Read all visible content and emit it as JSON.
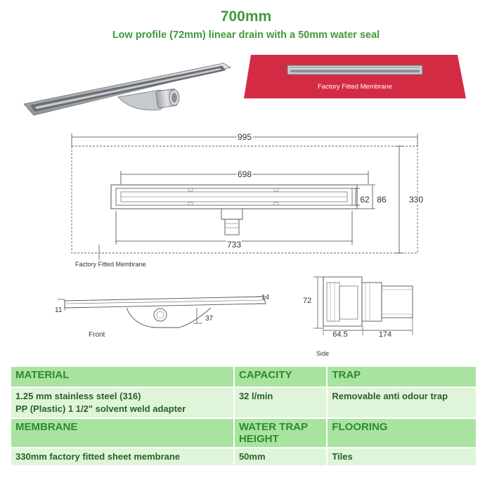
{
  "header": {
    "title": "700mm",
    "subtitle": "Low profile (72mm) linear drain with a 50mm water seal"
  },
  "product_photo": {
    "membrane_label": "Factory Fitted Membrane"
  },
  "plan_drawing": {
    "dim_overall": "995",
    "dim_inner": "698",
    "dim_body": "733",
    "dim_62": "62",
    "dim_86": "86",
    "dim_330": "330",
    "membrane_caption": "Factory Fitted Membrane"
  },
  "front_drawing": {
    "dim_11": "11",
    "dim_14": "14",
    "dim_37": "37",
    "caption": "Front"
  },
  "side_drawing": {
    "dim_72": "72",
    "dim_64_5": "64.5",
    "dim_174": "174",
    "caption": "Side"
  },
  "specs": {
    "row1": {
      "material_h": "MATERIAL",
      "capacity_h": "CAPACITY",
      "trap_h": "TRAP"
    },
    "row2": {
      "material_line1": "1.25 mm stainless steel (316)",
      "material_line2": "PP (Plastic) 1 1/2\" solvent weld adapter",
      "capacity": "32 l/min",
      "trap": "Removable anti odour trap"
    },
    "row3": {
      "membrane_h": "MEMBRANE",
      "water_trap_h1": "WATER TRAP",
      "water_trap_h2": "HEIGHT",
      "flooring_h": "FLOORING"
    },
    "row4": {
      "membrane": "330mm factory fitted sheet membrane",
      "water_trap": "50mm",
      "flooring": "Tiles"
    }
  },
  "colors": {
    "title_green": "#3f9a3a",
    "header_cell": "#a9e3a0",
    "value_cell": "#dff5d9",
    "membrane_red": "#d42b45"
  }
}
